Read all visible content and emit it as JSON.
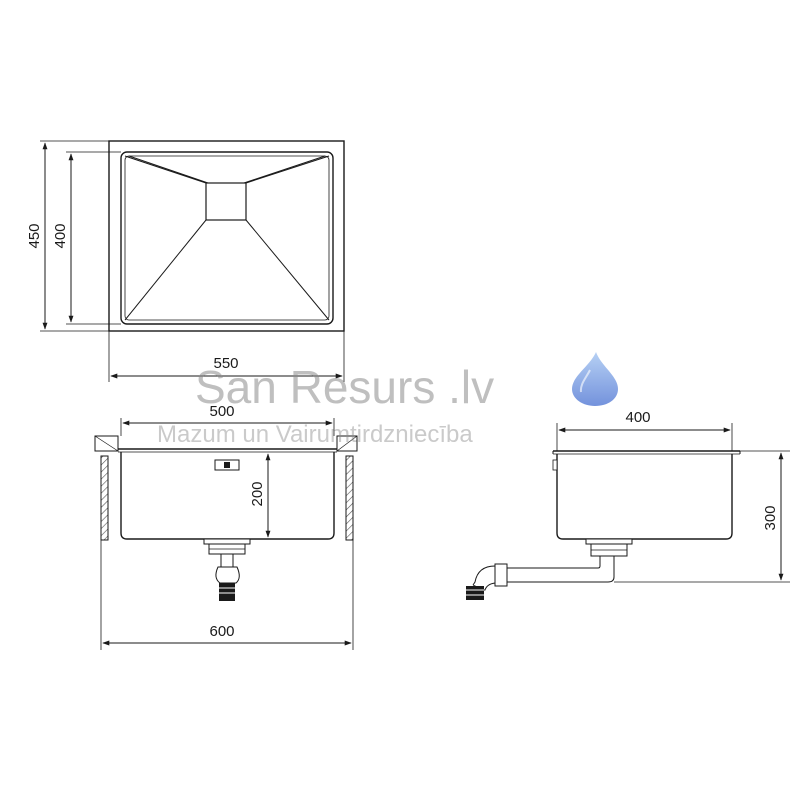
{
  "dimensions": {
    "top_height_outer": "450",
    "top_height_inner": "400",
    "top_width_outer": "550",
    "front_width_inner": "500",
    "front_depth": "200",
    "front_width_cabinet": "600",
    "side_width": "400",
    "side_height": "300"
  },
  "watermark": {
    "brand": "San Resurs .lv",
    "tagline": "Mazum un Vairumtirdzniecība",
    "drop_colors": [
      "#5b7fd6",
      "#a9c8f2"
    ]
  },
  "colors": {
    "line": "#1a1a1a",
    "hatch": "#555555",
    "watermark": "#8a8a8a"
  }
}
